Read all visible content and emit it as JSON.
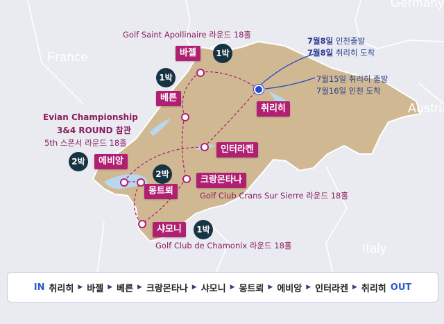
{
  "countries": {
    "germany": "Germany",
    "france": "France",
    "austria": "Austria",
    "italy": "Italy"
  },
  "cities": {
    "basel": "바젤",
    "bern": "베른",
    "zurich": "취리히",
    "interlaken": "인터라켄",
    "evian": "에비앙",
    "montreux": "몽트뢰",
    "crans": "크랑몬타나",
    "chamonix": "샤모니"
  },
  "stays": {
    "basel": "1박",
    "bern": "1박",
    "evian": "2박",
    "montreux": "2박",
    "chamonix": "1박"
  },
  "captions": {
    "basel_golf": "Golf Saint Apollinaire 라운드 18홀",
    "evian_title_1": "Evian Championship",
    "evian_title_2": "3&4 ROUND 참관",
    "evian_golf": "5th 스폰서 라운드 18홀",
    "crans_golf": "Golf Club Crans Sur Sierre 라운드 18홀",
    "chamonix_golf": "Golf Club de Chamonix 라운드 18홀"
  },
  "flights": {
    "arrive_date_1": "7월8일",
    "arrive_text_1": " 인천출발",
    "arrive_date_2": "7월8일",
    "arrive_text_2": " 취리히 도착",
    "depart_1": "7월15일 취리히 출발",
    "depart_2": "7월16일 인천 도착"
  },
  "route": {
    "in": "IN",
    "out": "OUT",
    "arrow": "▶",
    "stops": [
      "취리히",
      "바젤",
      "베른",
      "크랑몬타나",
      "샤모니",
      "몽트뢰",
      "에비앙",
      "인터라켄",
      "취리히"
    ]
  },
  "colors": {
    "accent": "#b01f72",
    "land": "#d0b992",
    "sea": "#e9ebf1",
    "lake": "#b9d7ee",
    "badge": "#173443",
    "flight": "#2549c9"
  }
}
